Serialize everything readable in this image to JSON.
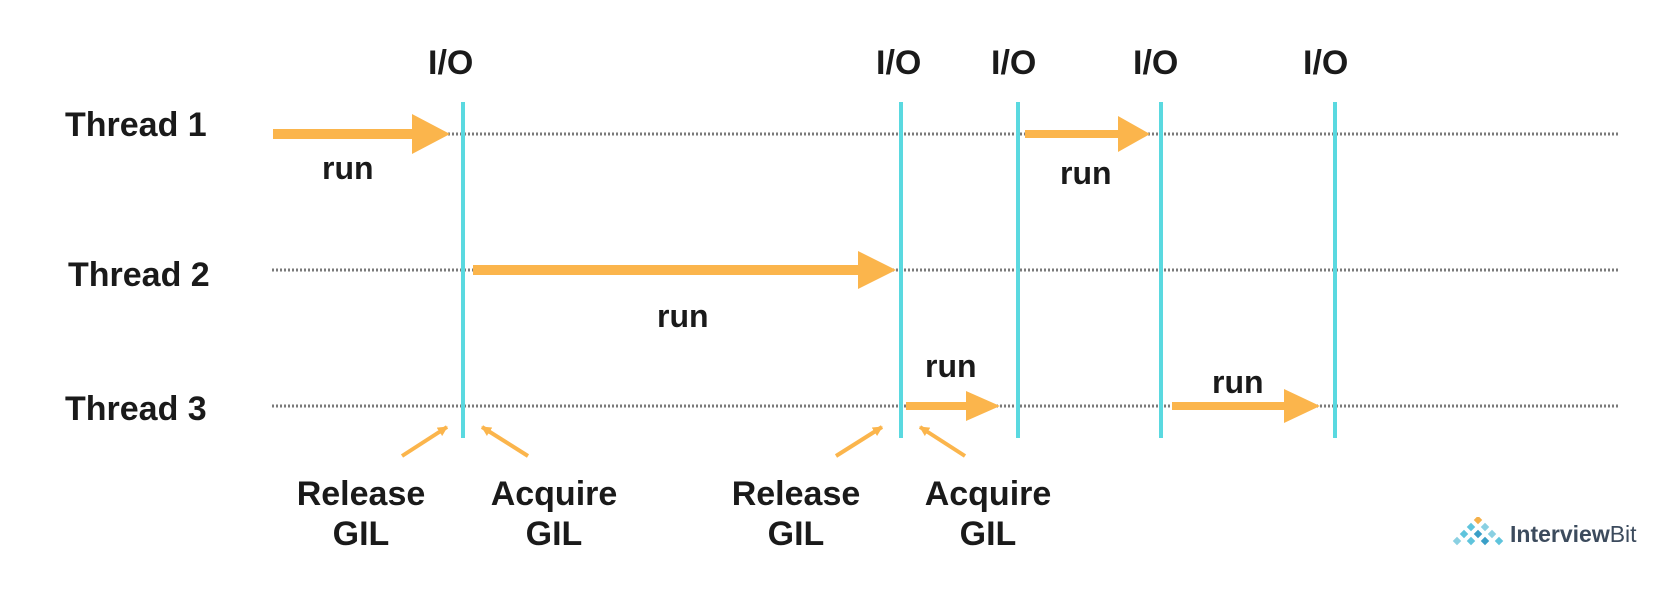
{
  "threads": [
    {
      "label": "Thread 1"
    },
    {
      "label": "Thread 2"
    },
    {
      "label": "Thread 3"
    }
  ],
  "io_events": [
    "I/O",
    "I/O",
    "I/O",
    "I/O",
    "I/O"
  ],
  "run_labels": [
    "run",
    "run",
    "run",
    "run",
    "run"
  ],
  "gil_labels": [
    {
      "line1": "Release",
      "line2": "GIL"
    },
    {
      "line1": "Acquire",
      "line2": "GIL"
    },
    {
      "line1": "Release",
      "line2": "GIL"
    },
    {
      "line1": "Acquire",
      "line2": "GIL"
    }
  ],
  "brand": {
    "name_bold": "Interview",
    "name_regular": "Bit",
    "logo_icon": "triangle-blocks-icon"
  },
  "colors": {
    "run_arrow": "#fbb54c",
    "io_line": "#5ad9e0",
    "wait_line": "#7a7a7a",
    "text": "#1a1a1a",
    "brand_text": "#3c4b5d"
  }
}
